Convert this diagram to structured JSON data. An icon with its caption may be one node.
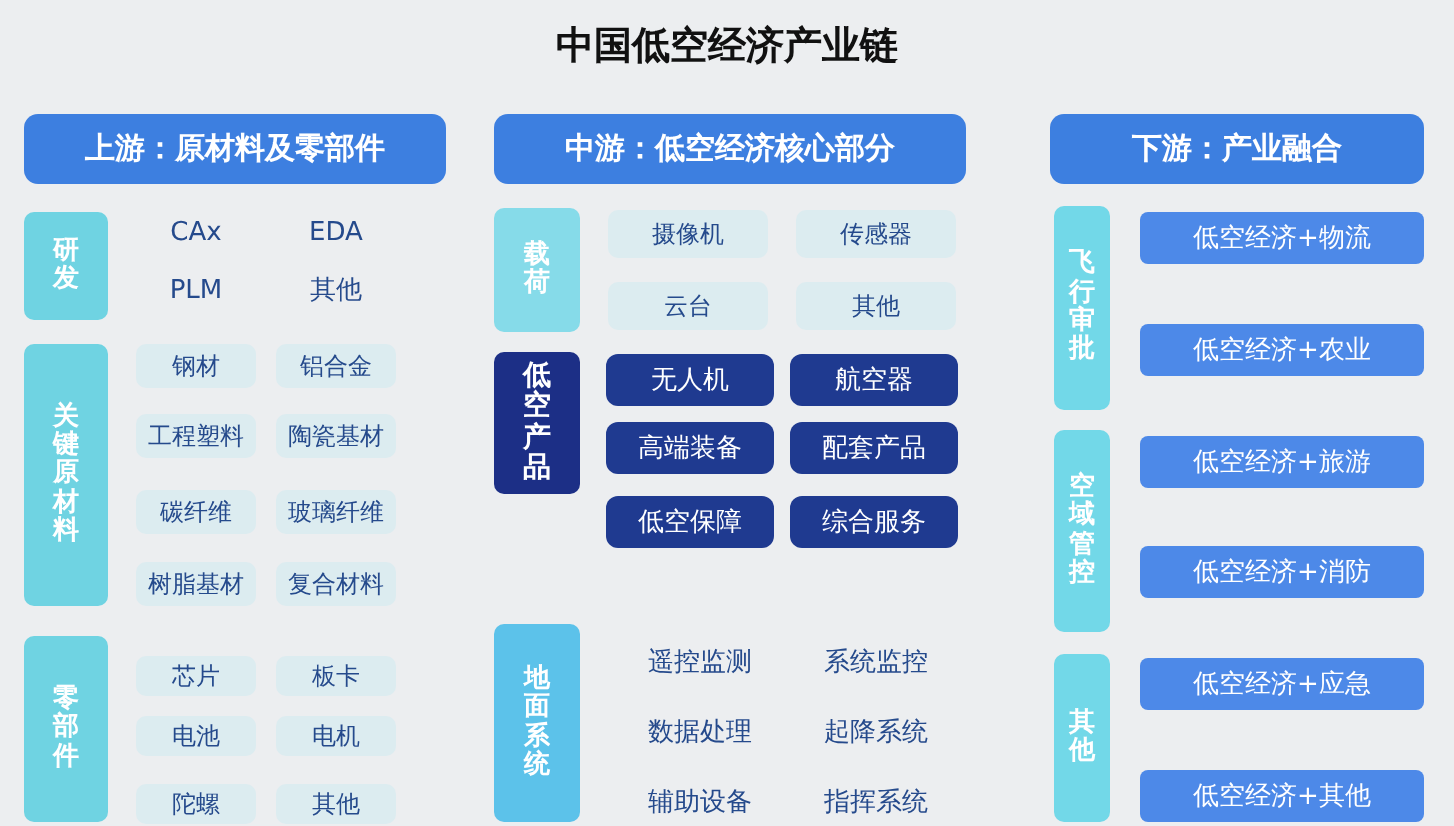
{
  "diagram": {
    "title": "中国低空经济产业链",
    "nodes": [
      {
        "text": [
          "上游：原材料及零部件"
        ]
      },
      {
        "text": [
          "中游：低空经济核心部分"
        ]
      },
      {
        "text": [
          "下游：产业融合"
        ]
      },
      {
        "text": [
          "研发"
        ]
      },
      {
        "text": [
          "CAx"
        ]
      },
      {
        "text": [
          "EDA"
        ]
      },
      {
        "text": [
          "PLM"
        ]
      },
      {
        "text": [
          "其他"
        ]
      },
      {
        "text": [
          "关键原材料"
        ]
      },
      {
        "text": [
          "钢材"
        ]
      },
      {
        "text": [
          "铝合金"
        ]
      },
      {
        "text": [
          "工程塑料"
        ]
      },
      {
        "text": [
          "陶瓷基材"
        ]
      },
      {
        "text": [
          "碳纤维"
        ]
      },
      {
        "text": [
          "玻璃纤维"
        ]
      },
      {
        "text": [
          "树脂基材"
        ]
      },
      {
        "text": [
          "复合材料"
        ]
      },
      {
        "text": [
          "零部件"
        ]
      },
      {
        "text": [
          "芯片"
        ]
      },
      {
        "text": [
          "板卡"
        ]
      },
      {
        "text": [
          "电池"
        ]
      },
      {
        "text": [
          "电机"
        ]
      },
      {
        "text": [
          "陀螺"
        ]
      },
      {
        "text": [
          "其他"
        ]
      },
      {
        "text": [
          "载荷"
        ]
      },
      {
        "text": [
          "摄像机"
        ]
      },
      {
        "text": [
          "传感器"
        ]
      },
      {
        "text": [
          "云台"
        ]
      },
      {
        "text": [
          "其他"
        ]
      },
      {
        "text": [
          "低空产品"
        ]
      },
      {
        "text": [
          "无人机"
        ]
      },
      {
        "text": [
          "航空器"
        ]
      },
      {
        "text": [
          "高端装备"
        ]
      },
      {
        "text": [
          "配套产品"
        ]
      },
      {
        "text": [
          "低空保障"
        ]
      },
      {
        "text": [
          "综合服务"
        ]
      },
      {
        "text": [
          "地面系统"
        ]
      },
      {
        "text": [
          "遥控监测"
        ]
      },
      {
        "text": [
          "系统监控"
        ]
      },
      {
        "text": [
          "数据处理"
        ]
      },
      {
        "text": [
          "起降系统"
        ]
      },
      {
        "text": [
          "辅助设备"
        ]
      },
      {
        "text": [
          "指挥系统"
        ]
      },
      {
        "text": [
          "飞行审批"
        ]
      },
      {
        "text": [
          "低空经济+物流"
        ]
      },
      {
        "text": [
          "低空经济+农业"
        ]
      },
      {
        "text": [
          "空域管控"
        ]
      },
      {
        "text": [
          "低空经济+旅游"
        ]
      },
      {
        "text": [
          "低空经济+消防"
        ]
      },
      {
        "text": [
          "其他"
        ]
      },
      {
        "text": [
          "低空经济+应急"
        ]
      },
      {
        "text": [
          "低空经济+其他"
        ]
      }
    ]
  }
}
